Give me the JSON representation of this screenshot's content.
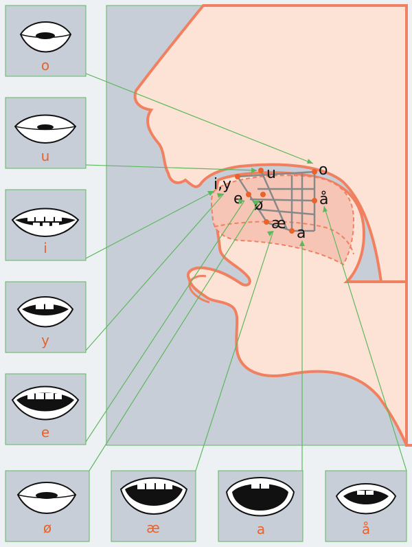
{
  "colors": {
    "page_bg": "#eef1f4",
    "panel_bg": "#c8ced8",
    "frame_green": "#5cb85c",
    "skin": "#fde3d6",
    "skin_edge": "#f08060",
    "tongue_zone": "#f7c5b5",
    "grid_gray": "#888888",
    "dot_orange": "#e8622a",
    "label_orange": "#e8622a"
  },
  "lip_boxes": [
    {
      "id": "o",
      "label": "o",
      "shape": "rounded"
    },
    {
      "id": "u",
      "label": "u",
      "shape": "rounded-tight"
    },
    {
      "id": "i",
      "label": "i",
      "shape": "spread-teeth"
    },
    {
      "id": "y",
      "label": "y",
      "shape": "rounded-teeth"
    },
    {
      "id": "e",
      "label": "e",
      "shape": "open-spread"
    },
    {
      "id": "oe",
      "label": "ø",
      "shape": "rounded"
    },
    {
      "id": "ae",
      "label": "æ",
      "shape": "wide-open"
    },
    {
      "id": "a",
      "label": "a",
      "shape": "very-open"
    },
    {
      "id": "aa",
      "label": "å",
      "shape": "mid-rounded"
    }
  ],
  "vowel_points": [
    {
      "id": "iy",
      "label": "i,y"
    },
    {
      "id": "e",
      "label": "e"
    },
    {
      "id": "oe",
      "label": "ø"
    },
    {
      "id": "u",
      "label": "u"
    },
    {
      "id": "ae",
      "label": "æ"
    },
    {
      "id": "a",
      "label": "a"
    },
    {
      "id": "o",
      "label": "o"
    },
    {
      "id": "aa",
      "label": "å"
    }
  ]
}
